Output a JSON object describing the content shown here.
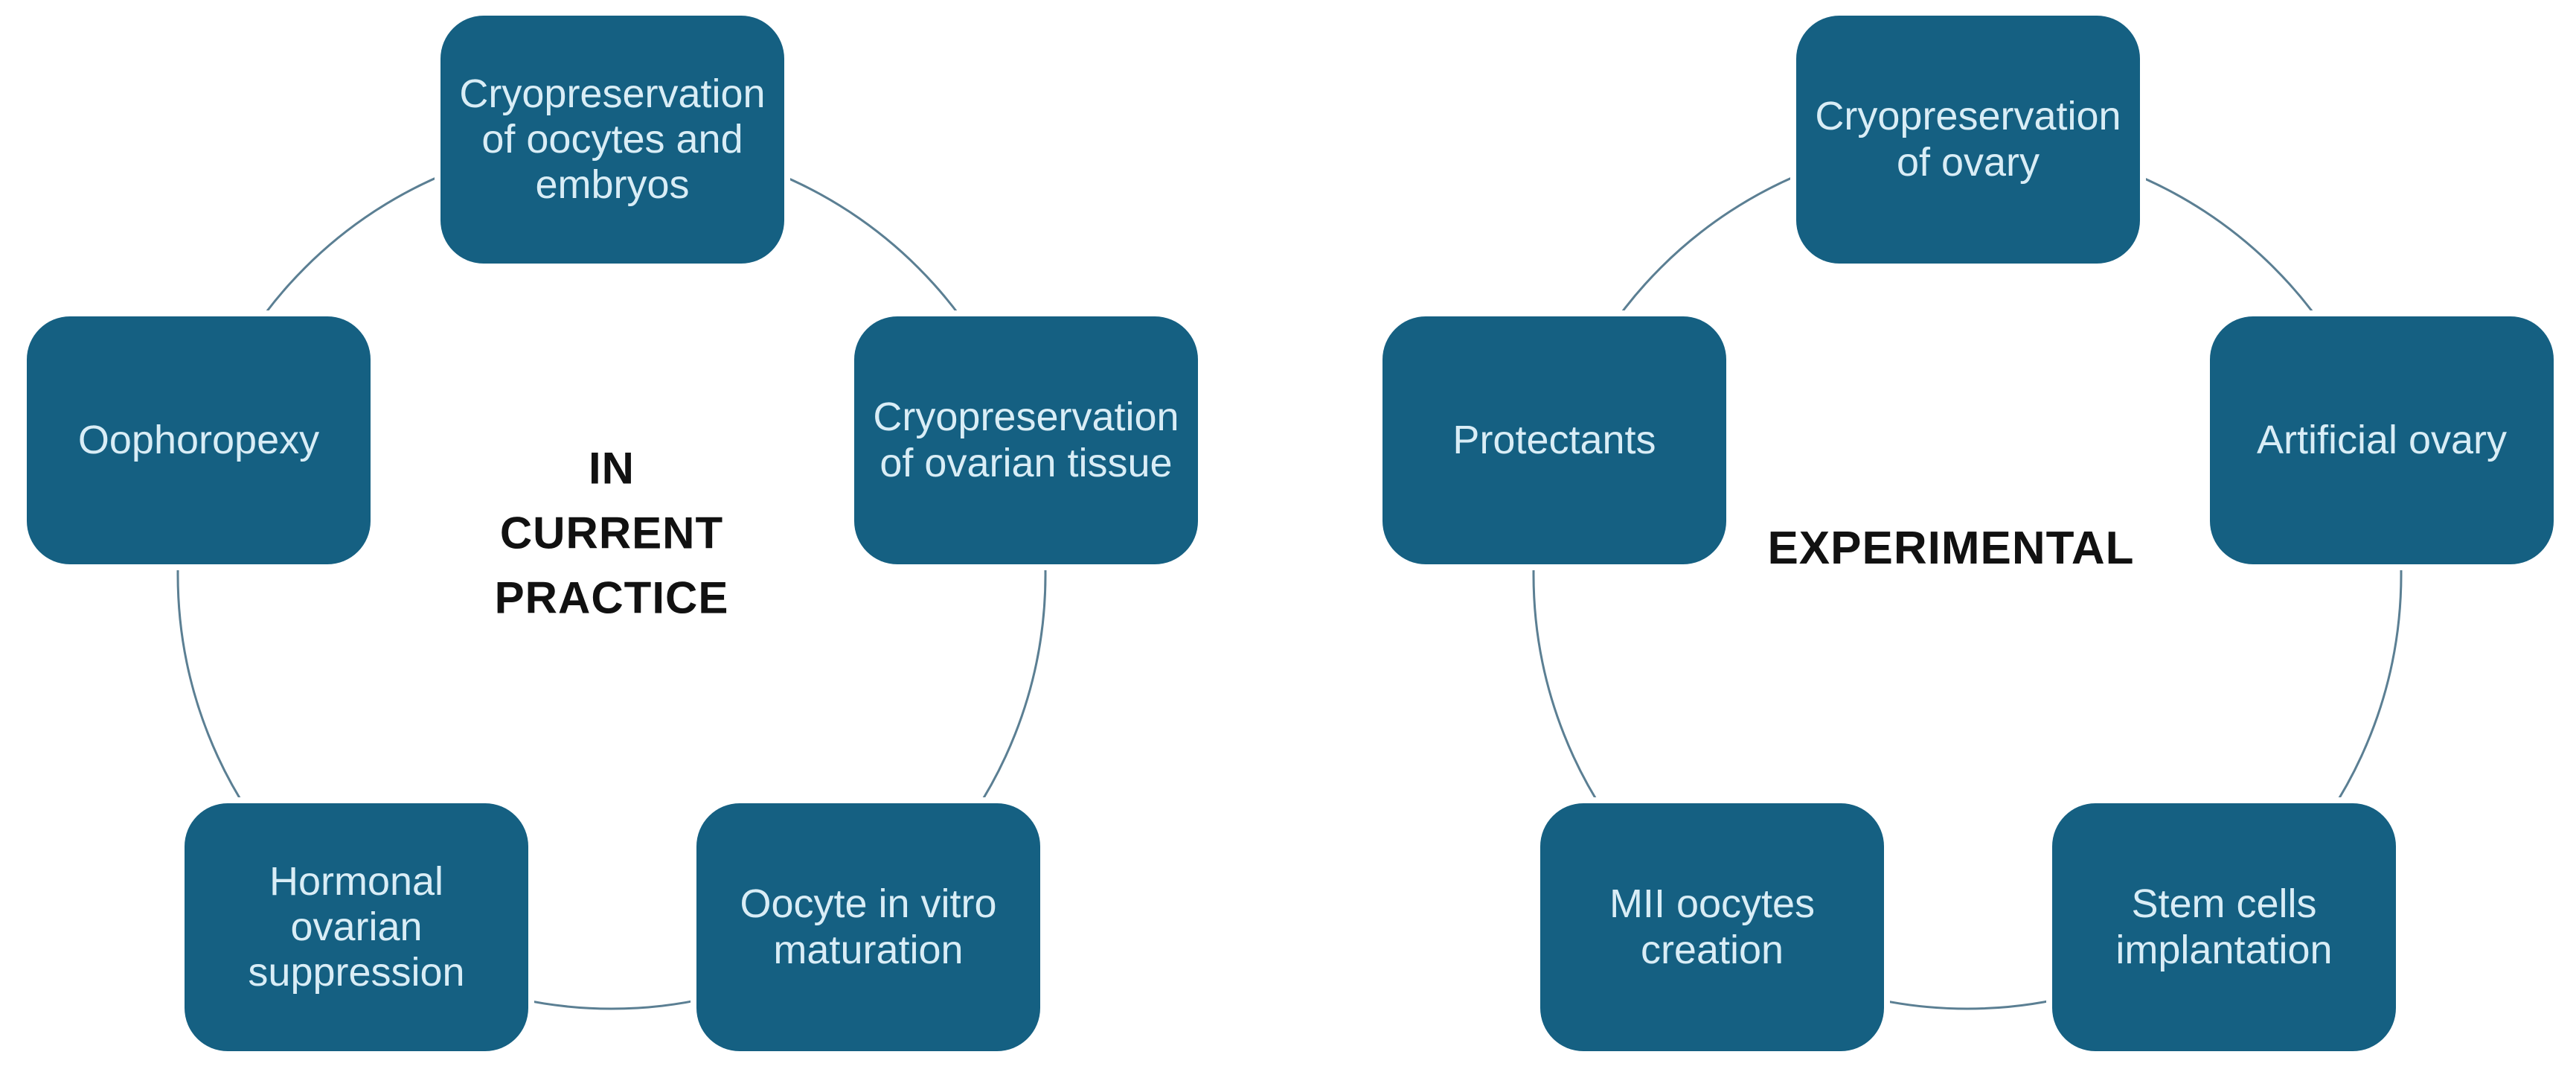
{
  "colors": {
    "page_bg": "#ffffff",
    "node_fill": "#156082",
    "node_text": "#d9edf6",
    "circle_stroke": "#5b7f93",
    "center_text": "#111111"
  },
  "diagrams": [
    {
      "id": "current-practice",
      "center_label": "IN\nCURRENT\nPRACTICE",
      "nodes": [
        {
          "position": "top",
          "label": "Cryopreservation\nof oocytes and\nembryos"
        },
        {
          "position": "upper-right",
          "label": "Cryopreservation\nof ovarian tissue"
        },
        {
          "position": "lower-right",
          "label": "Oocyte in vitro\nmaturation"
        },
        {
          "position": "lower-left",
          "label": "Hormonal\novarian\nsuppression"
        },
        {
          "position": "upper-left",
          "label": "Oophoropexy"
        }
      ]
    },
    {
      "id": "experimental",
      "center_label": "EXPERIMENTAL",
      "nodes": [
        {
          "position": "top",
          "label": "Cryopreservation\nof ovary"
        },
        {
          "position": "upper-right",
          "label": "Artificial ovary"
        },
        {
          "position": "lower-right",
          "label": "Stem cells\nimplantation"
        },
        {
          "position": "lower-left",
          "label": "MII oocytes\ncreation"
        },
        {
          "position": "upper-left",
          "label": "Protectants"
        }
      ]
    }
  ]
}
